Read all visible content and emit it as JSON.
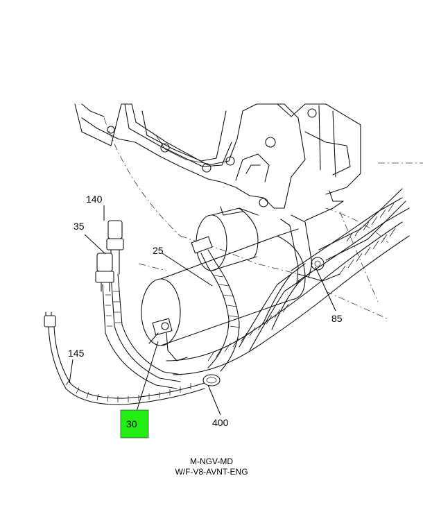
{
  "callouts": {
    "c140": "140",
    "c35": "35",
    "c25": "25",
    "c145": "145",
    "c85": "85",
    "c30": "30",
    "c400": "400"
  },
  "highlight_color": "#22ee11",
  "caption": {
    "line1": "M-NGV-MD",
    "line2": "W/F-V8-AVNT-ENG"
  }
}
